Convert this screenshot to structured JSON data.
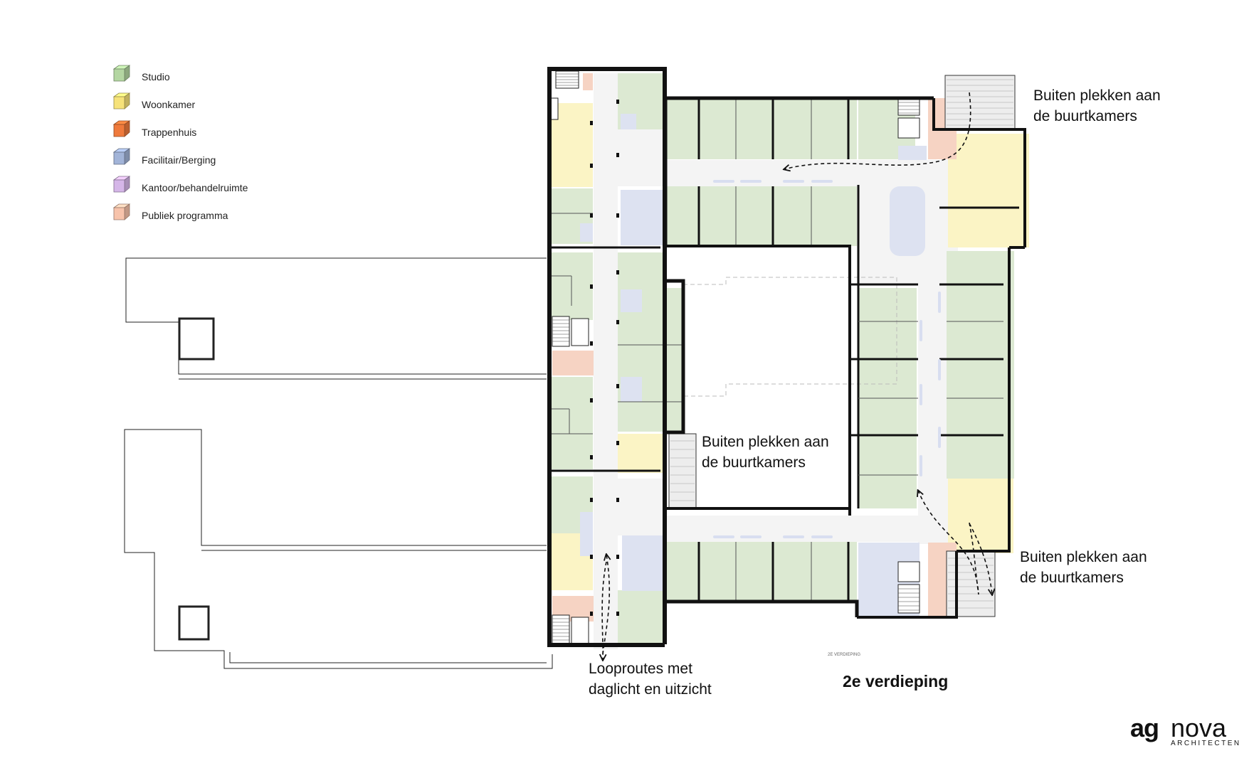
{
  "legend": [
    {
      "label": "Studio",
      "color": "#b4d6a2"
    },
    {
      "label": "Woonkamer",
      "color": "#f6e27a"
    },
    {
      "label": "Trappenhuis",
      "color": "#ef7a3c"
    },
    {
      "label": "Facilitair/Berging",
      "color": "#a2b4d8"
    },
    {
      "label": "Kantoor/behandelruimte",
      "color": "#d5b6e8"
    },
    {
      "label": "Publiek programma",
      "color": "#f7c3ab"
    }
  ],
  "colors": {
    "studio": "#dce9d2",
    "woonkamer": "#fbf4c5",
    "facilitair": "#dde2f1",
    "publiek": "#f6d3c3",
    "corridor": "#f4f4f4",
    "wall": "#111111"
  },
  "annotations": {
    "top_right_1": "Buiten plekken aan",
    "top_right_2": "de buurtkamers",
    "courtyard_1": "Buiten plekken aan",
    "courtyard_2": "de buurtkamers",
    "bottom_right_1": "Buiten plekken aan",
    "bottom_right_2": "de buurtkamers",
    "routes_1": "Looproutes met",
    "routes_2": "daglicht en uitzicht"
  },
  "floor_title": "2e verdieping",
  "floor_small_label": "2E VERDIEPING",
  "logo": {
    "ag": "ag",
    "nova": "nova",
    "sub": "ARCHITECTEN"
  }
}
